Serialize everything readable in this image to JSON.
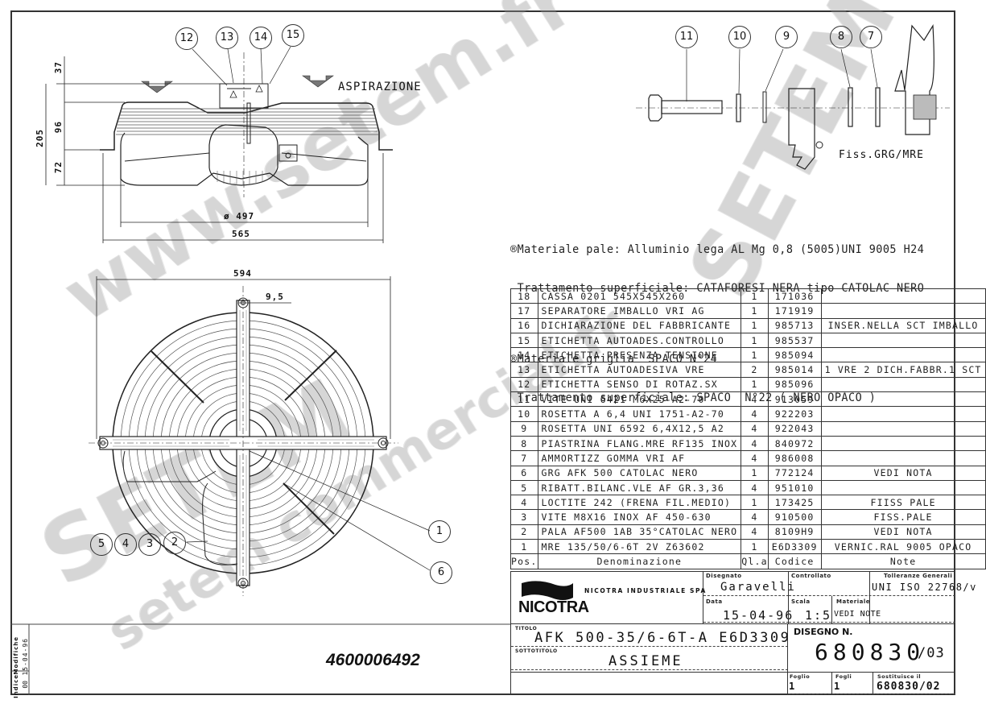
{
  "drawing": {
    "top_view": {
      "label_aspiration": "ASPIRAZIONE",
      "dims": {
        "d37": "37",
        "d96": "96",
        "d72": "72",
        "d205": "205",
        "d497": "ø 497",
        "d565": "565"
      },
      "callouts": [
        "12",
        "13",
        "14",
        "15"
      ]
    },
    "front_view": {
      "dims": {
        "d594": "594",
        "d9_5": "9,5"
      },
      "callouts_left": [
        "5",
        "4",
        "3",
        "2"
      ],
      "callouts_right": [
        "1",
        "6"
      ]
    },
    "fixing_detail": {
      "callouts": [
        "11",
        "10",
        "9",
        "8",
        "7"
      ],
      "label": "Fiss.GRG/MRE"
    }
  },
  "notes": {
    "line1": "®Materiale pale: Alluminio lega AL Mg 0,8 (5005)UNI 9005 H24",
    "line2": " Trattamento superficiale: CATAFORESI NERA tipo CATOLAC NERO",
    "line3": "®Materiale griglia  SPACO N°24",
    "line4": " Trattamento superficiale: SPACO  N°22 ( NERO OPACO )"
  },
  "bom": {
    "header": {
      "pos": "Pos.",
      "den": "Denominazione",
      "qty": "Ql.a",
      "code": "Codice",
      "note": "Note"
    },
    "rows": [
      {
        "pos": "18",
        "den": "CASSA 0201 545X545X260",
        "qty": "1",
        "code": "171036",
        "note": ""
      },
      {
        "pos": "17",
        "den": "SEPARATORE IMBALLO VRI AG",
        "qty": "1",
        "code": "171919",
        "note": ""
      },
      {
        "pos": "16",
        "den": "DICHIARAZIONE DEL FABBRICANTE",
        "qty": "1",
        "code": "985713",
        "note": "INSER.NELLA SCT  IMBALLO"
      },
      {
        "pos": "15",
        "den": "ETICHETTA AUTOADES.CONTROLLO",
        "qty": "1",
        "code": "985537",
        "note": ""
      },
      {
        "pos": "14",
        "den": "ETICHETTA PRESENZA TENSIONE",
        "qty": "1",
        "code": "985094",
        "note": ""
      },
      {
        "pos": "13",
        "den": "ETICHETTA AUTOADESIVA VRE",
        "qty": "2",
        "code": "985014",
        "note": "1 VRE  2 DICH.FABBR.1 SCT"
      },
      {
        "pos": "12",
        "den": "ETICHETTA SENSO DI ROTAZ.SX",
        "qty": "1",
        "code": "985096",
        "note": ""
      },
      {
        "pos": "11",
        "den": "VITE UNI 6421 M6X25-A2-70",
        "qty": "4",
        "code": "913059",
        "note": ""
      },
      {
        "pos": "10",
        "den": "ROSETTA A 6,4 UNI 1751-A2-70",
        "qty": "4",
        "code": "922203",
        "note": ""
      },
      {
        "pos": "9",
        "den": "ROSETTA UNI 6592 6,4X12,5 A2",
        "qty": "4",
        "code": "922043",
        "note": ""
      },
      {
        "pos": "8",
        "den": "PIASTRINA FLANG.MRE RF135 INOX",
        "qty": "4",
        "code": "840972",
        "note": ""
      },
      {
        "pos": "7",
        "den": "AMMORTIZZ GOMMA VRI AF",
        "qty": "4",
        "code": "986008",
        "note": ""
      },
      {
        "pos": "6",
        "den": "GRG AFK 500 CATOLAC NERO",
        "qty": "1",
        "code": "772124",
        "note": "VEDI  NOTA"
      },
      {
        "pos": "5",
        "den": "RIBATT.BILANC.VLE AF GR.3,36",
        "qty": "4",
        "code": "951010",
        "note": ""
      },
      {
        "pos": "4",
        "den": "LOCTITE 242 (FRENA FIL.MEDIO)",
        "qty": "1",
        "code": "173425",
        "note": "FIISS PALE"
      },
      {
        "pos": "3",
        "den": "VITE M8X16 INOX AF 450-630",
        "qty": "4",
        "code": "910500",
        "note": "FISS.PALE"
      },
      {
        "pos": "2",
        "den": "PALA AF500 1AB 35°CATOLAC NERO",
        "qty": "4",
        "code": "8109H9",
        "note": "VEDI  NOTA"
      },
      {
        "pos": "1",
        "den": "MRE 135/50/6-6T 2V Z63602",
        "qty": "1",
        "code": "E6D3309",
        "note": "VERNIC.RAL 9005  OPACO"
      }
    ]
  },
  "title_block": {
    "company_logo": "NICOTRA",
    "company_name": "NICOTRA INDUSTRIALE SPA",
    "drawn_label": "Disegnato",
    "drawn_value": "Garavelli",
    "checked_label": "Controllato",
    "checked_value": "",
    "tolerance_label": "Tolleranze Generali",
    "tolerance_value": "UNI ISO 22768/v",
    "date_label": "Data",
    "date_value": "15-04-96",
    "scale_label": "Scala",
    "scale_value": "1:5",
    "material_label": "Materiale",
    "material_value": "VEDI NOTE",
    "title_label": "TITOLO",
    "title_value": "AFK 500-35/6-6T-A E6D3309",
    "subtitle_label": "SOTTOTITOLO",
    "subtitle_value": "ASSIEME",
    "drawing_no_label": "DISEGNO N.",
    "drawing_no_value": "680830",
    "drawing_rev": "/03",
    "sheet_label": "Foglio",
    "sheet_value": "1",
    "sheets_label": "Fogli",
    "sheets_value": "1",
    "replaces_label": "Sostituisce il",
    "replaces_value": "680830/02"
  },
  "revision_strip": {
    "mod_label": "Modifiche",
    "mod_value": "15-04-96",
    "index_label": "Indice",
    "index_value": "00"
  },
  "document_number": "4600006492",
  "watermarks": [
    "www.setem.fr",
    "SETEM",
    "setem commercial.fr",
    "SETEM©"
  ]
}
